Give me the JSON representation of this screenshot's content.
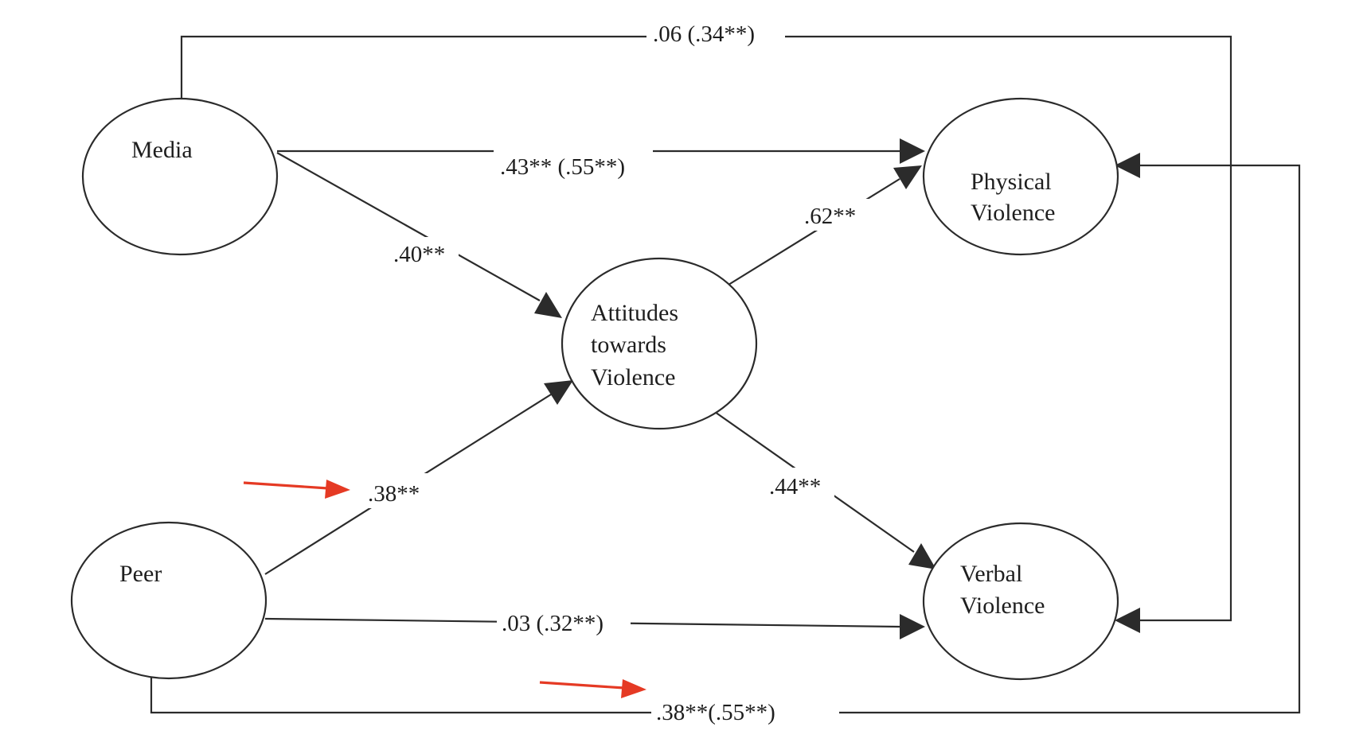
{
  "nodes": {
    "media": {
      "lines": [
        "Media"
      ]
    },
    "peer": {
      "lines": [
        "Peer"
      ]
    },
    "attitudes": {
      "lines": [
        "Attitudes",
        "towards",
        "Violence"
      ]
    },
    "physical": {
      "lines": [
        "Physical",
        "Violence"
      ]
    },
    "verbal": {
      "lines": [
        "Verbal",
        "Violence"
      ]
    }
  },
  "paths": {
    "media_physical_top": {
      "from": "Media",
      "to": "Verbal Violence",
      "label": ".06 (.34**)"
    },
    "media_physical": {
      "from": "Media",
      "to": "Physical Violence",
      "label": ".43** (.55**)"
    },
    "media_attitudes": {
      "from": "Media",
      "to": "Attitudes towards Violence",
      "label": ".40**"
    },
    "attitudes_physical": {
      "from": "Attitudes towards Violence",
      "to": "Physical Violence",
      "label": ".62**"
    },
    "peer_attitudes": {
      "from": "Peer",
      "to": "Attitudes towards Violence",
      "label": ".38**"
    },
    "attitudes_verbal": {
      "from": "Attitudes towards Violence",
      "to": "Verbal Violence",
      "label": ".44**"
    },
    "peer_verbal": {
      "from": "Peer",
      "to": "Verbal Violence",
      "label": ".03 (.32**)"
    },
    "peer_physical_bottom": {
      "from": "Peer",
      "to": "Physical Violence",
      "label": ".38**(.55**)"
    }
  },
  "annotations": {
    "red_arrows": [
      "peer_attitudes",
      "peer_physical_bottom"
    ],
    "color": "#e53a24"
  },
  "colors": {
    "line": "#2b2b2b",
    "background": "#ffffff"
  }
}
